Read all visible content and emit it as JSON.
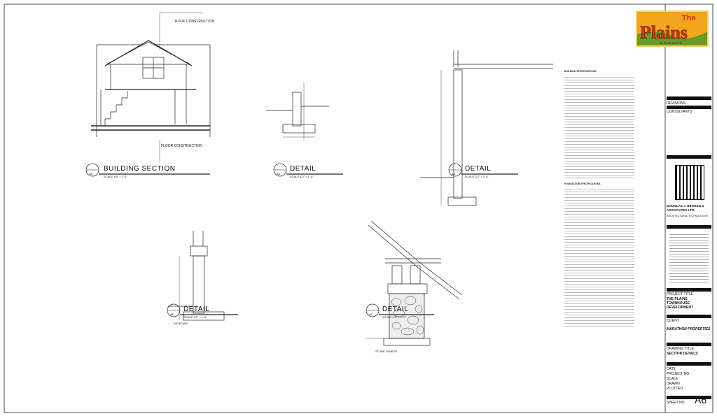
{
  "brand": {
    "logo_line1": "The",
    "logo_line2": "Plains",
    "logo_sub": "BY PEAK BOTTS",
    "colors": {
      "orange": "#f2a51d",
      "red": "#c8321e",
      "green": "#6a9a2a"
    }
  },
  "drawings": {
    "building_section": {
      "title": "BUILDING SECTION",
      "scale": "SCALE 1/8\" = 1'-0\"",
      "num": "A6"
    },
    "detail_1": {
      "title": "DETAIL",
      "scale": "SCALE 1/2\" = 1'-0\"",
      "num": "A6"
    },
    "detail_2": {
      "title": "DETAIL",
      "scale": "SCALE 1/2\" = 1'-0\"",
      "num": "A6"
    },
    "detail_3": {
      "title": "DETAIL",
      "scale": "SCALE 1/2\" = 1'-0\"",
      "num": "A6"
    },
    "detail_4": {
      "title": "DETAIL",
      "scale": "SCALE 1/2\" = 1'-0\"",
      "num": "A6"
    }
  },
  "notes": {
    "roof_construction": "ROOF CONSTRUCTION",
    "floor_construction": "FLOOR CONSTRUCTION",
    "grade_line": "5/8 BOARD",
    "stone_veneer": "STONE VENEER"
  },
  "specs": {
    "building_heading": "BUILDING SPECIFICATIONS",
    "foundation_heading": "FOUNDATION SPECIFICATIONS"
  },
  "title_block": {
    "revisions": "REVISIONS",
    "consultants": "CONSULTANTS",
    "firm_name": "DOUGLAS J. BERGEN & ASSOCIATES LTD.",
    "firm_sub": "ARCHITECTURAL TECHNOLOGIST",
    "project_title_label": "PROJECT TITLE",
    "project_title": "THE PLAINS TOWNHOUSE DEVELOPMENT",
    "client_label": "CLIENT",
    "client_name": "MARATHON PROPERTIES",
    "drawing_title_label": "DRAWING TITLE",
    "drawing_title": "SECTION DETAILS",
    "date_label": "DATE",
    "project_no_label": "PROJECT NO.",
    "scale_label": "SCALE",
    "drawn_label": "DRAWN",
    "plotted_label": "PLOTTED",
    "sheet_no_label": "SHEET NO.",
    "sheet_no": "A6"
  }
}
